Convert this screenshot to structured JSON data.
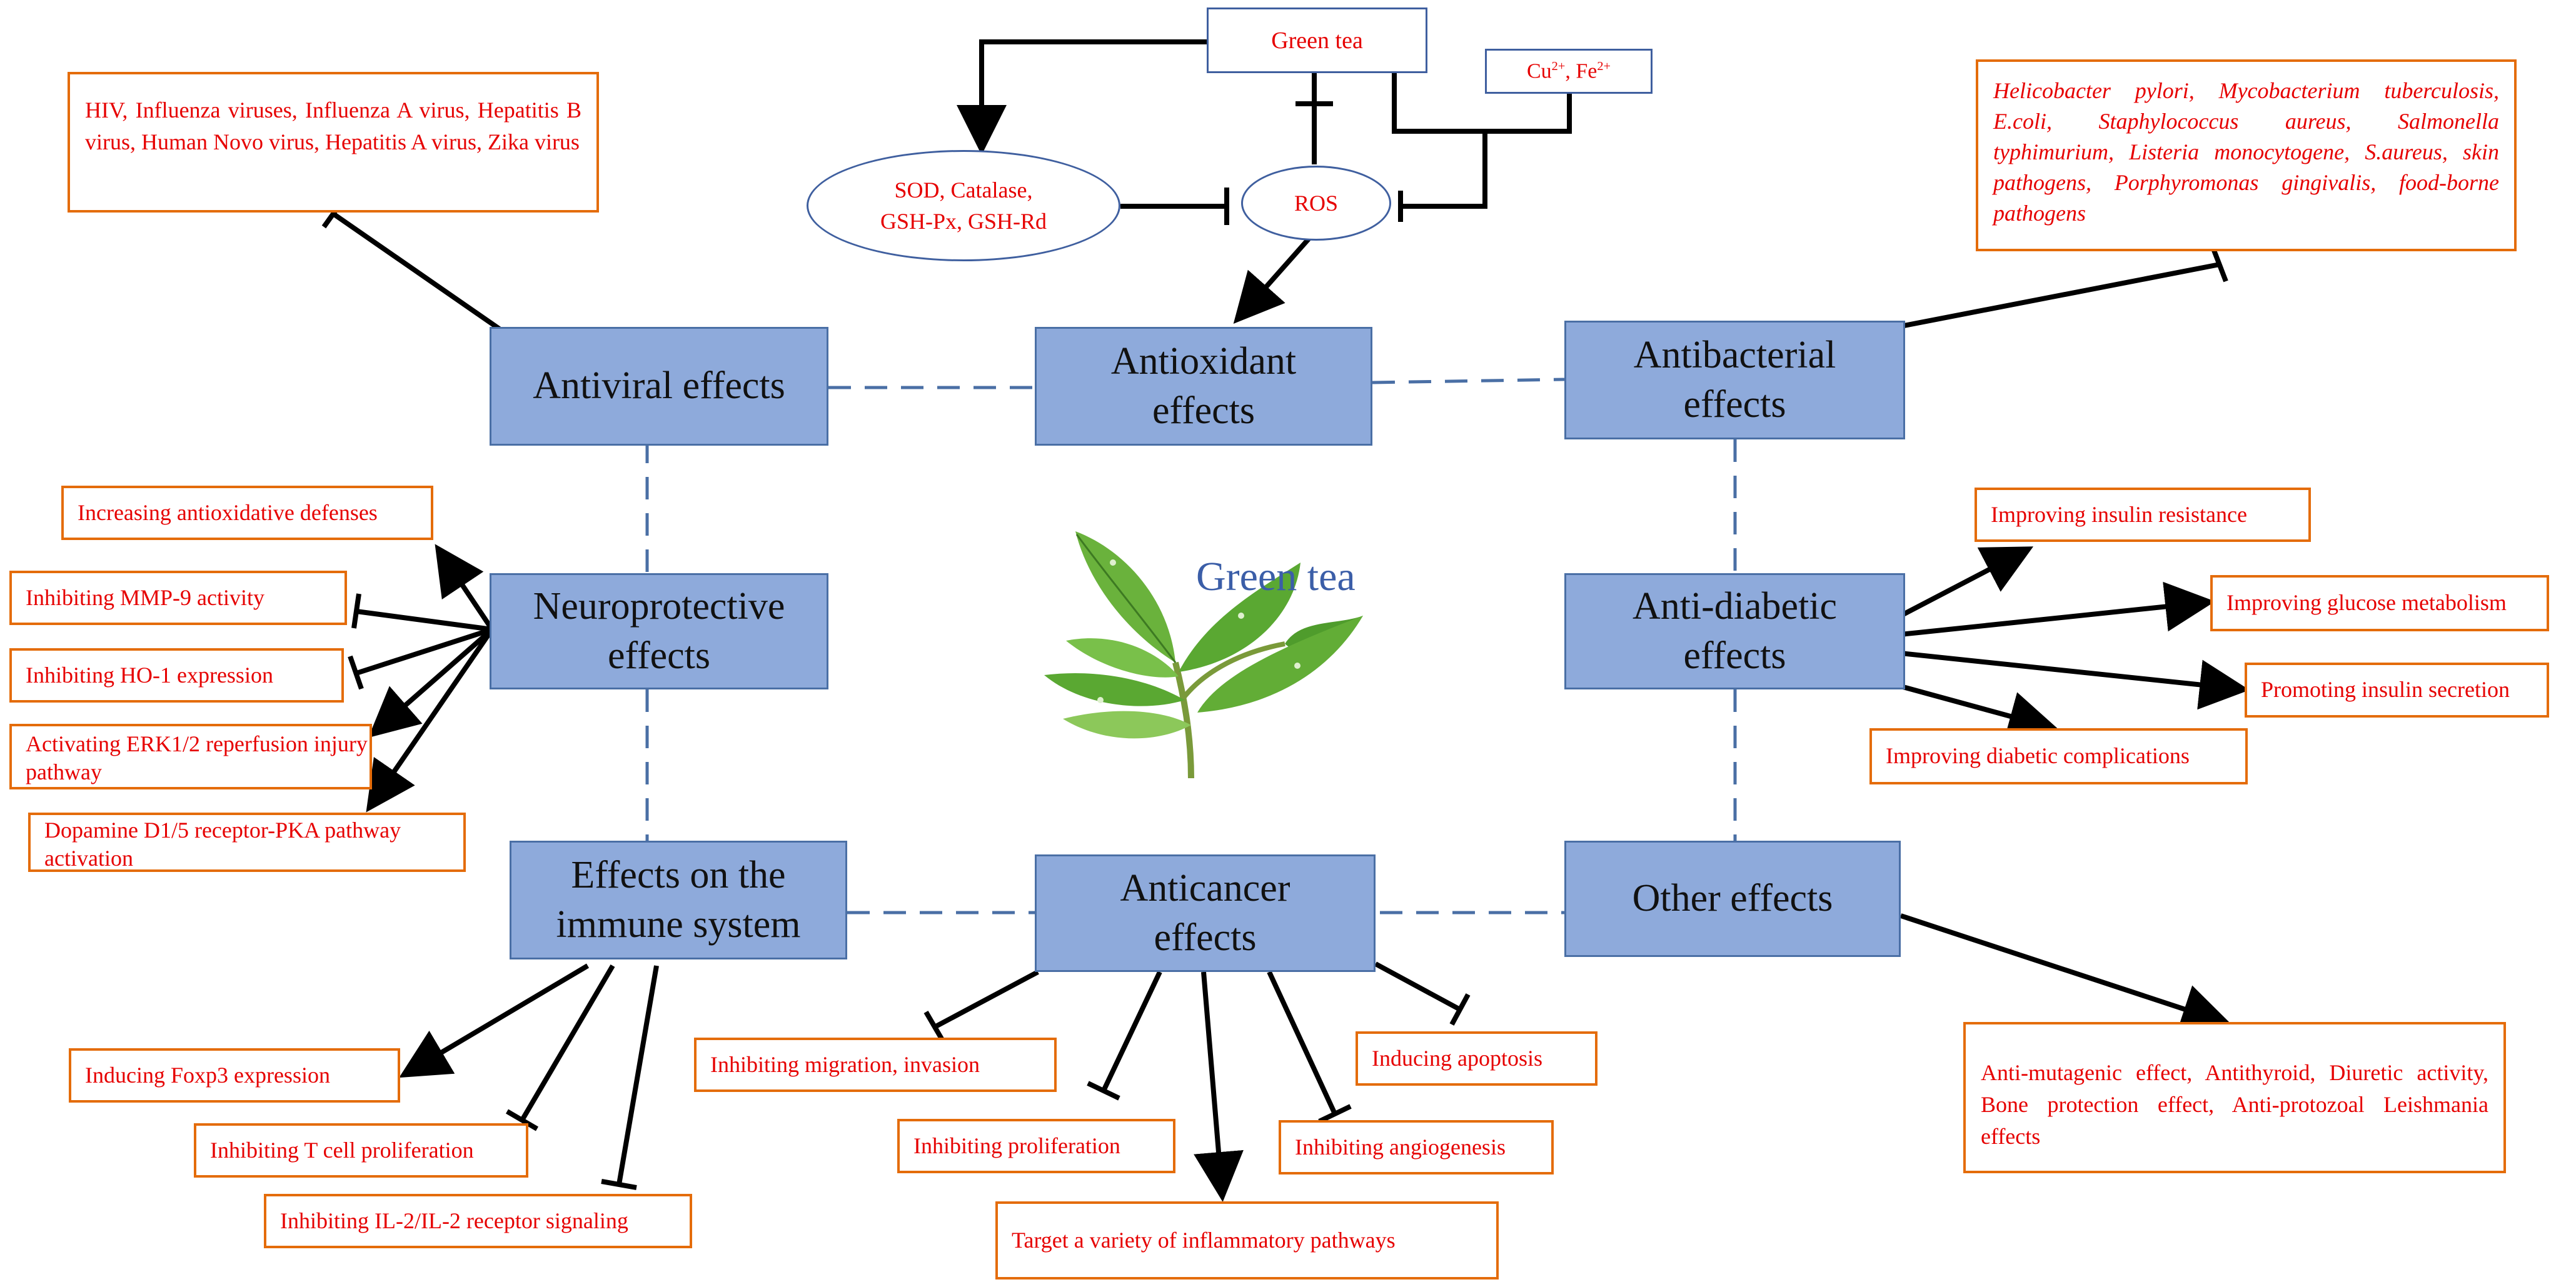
{
  "center": {
    "title": "Green tea"
  },
  "top": {
    "green_tea": "Green tea",
    "metals_base": "Cu",
    "metals_sup1": "2+",
    "metals_mid": ", Fe",
    "metals_sup2": "2+",
    "enzymes_line1": "SOD, Catalase,",
    "enzymes_line2": "GSH-Px, GSH-Rd",
    "ros": "ROS"
  },
  "hubs": {
    "antiviral": "Antiviral effects",
    "antioxidant_line1": "Antioxidant",
    "antioxidant_line2": "effects",
    "antibacterial_line1": "Antibacterial",
    "antibacterial_line2": "effects",
    "neuro_line1": "Neuroprotective",
    "neuro_line2": "effects",
    "antidiabetic_line1": "Anti-diabetic",
    "antidiabetic_line2": "effects",
    "immune_line1": "Effects on the",
    "immune_line2": "immune system",
    "anticancer_line1": "Anticancer",
    "anticancer_line2": "effects",
    "other": "Other effects"
  },
  "antiviral_targets": "HIV, Influenza viruses, Influenza A virus, Hepatitis B virus, Human Novo virus, Hepatitis A virus, Zika virus",
  "antibacterial_targets": "Helicobacter pylori, Mycobacterium tuberculosis, E.coli, Staphylococcus aureus, Salmonella typhimurium, Listeria monocytogene, S.aureus, skin pathogens, Porphyromonas gingivalis, food-borne pathogens",
  "neuro_items": [
    "Increasing antioxidative defenses",
    "Inhibiting MMP-9 activity",
    "Inhibiting HO-1 expression",
    "Activating ERK1/2 reperfusion injury pathway",
    "Dopamine D1/5 receptor-PKA pathway activation"
  ],
  "diabetic_items": [
    "Improving insulin resistance",
    "Improving glucose metabolism",
    "Promoting insulin secretion",
    "Improving diabetic complications"
  ],
  "immune_items": [
    "Inducing Foxp3 expression",
    "Inhibiting T cell proliferation",
    "Inhibiting IL-2/IL-2 receptor signaling"
  ],
  "cancer_items": [
    "Inhibiting migration, invasion",
    "Inhibiting proliferation",
    "Target a variety of inflammatory pathways",
    "Inhibiting angiogenesis",
    "Inducing apoptosis"
  ],
  "other_targets": "Anti-mutagenic effect, Antithyroid, Diuretic activity, Bone protection effect, Anti-protozoal Leishmania effects",
  "colors": {
    "hub_fill": "#8eaadb",
    "hub_border": "#4a6fa5",
    "text_red": "#e60000",
    "box_orange": "#e46c0a",
    "title_blue": "#3b5ea8",
    "leaf_green": "#5aa832"
  },
  "icons": [
    "tea-leaf-icon"
  ]
}
